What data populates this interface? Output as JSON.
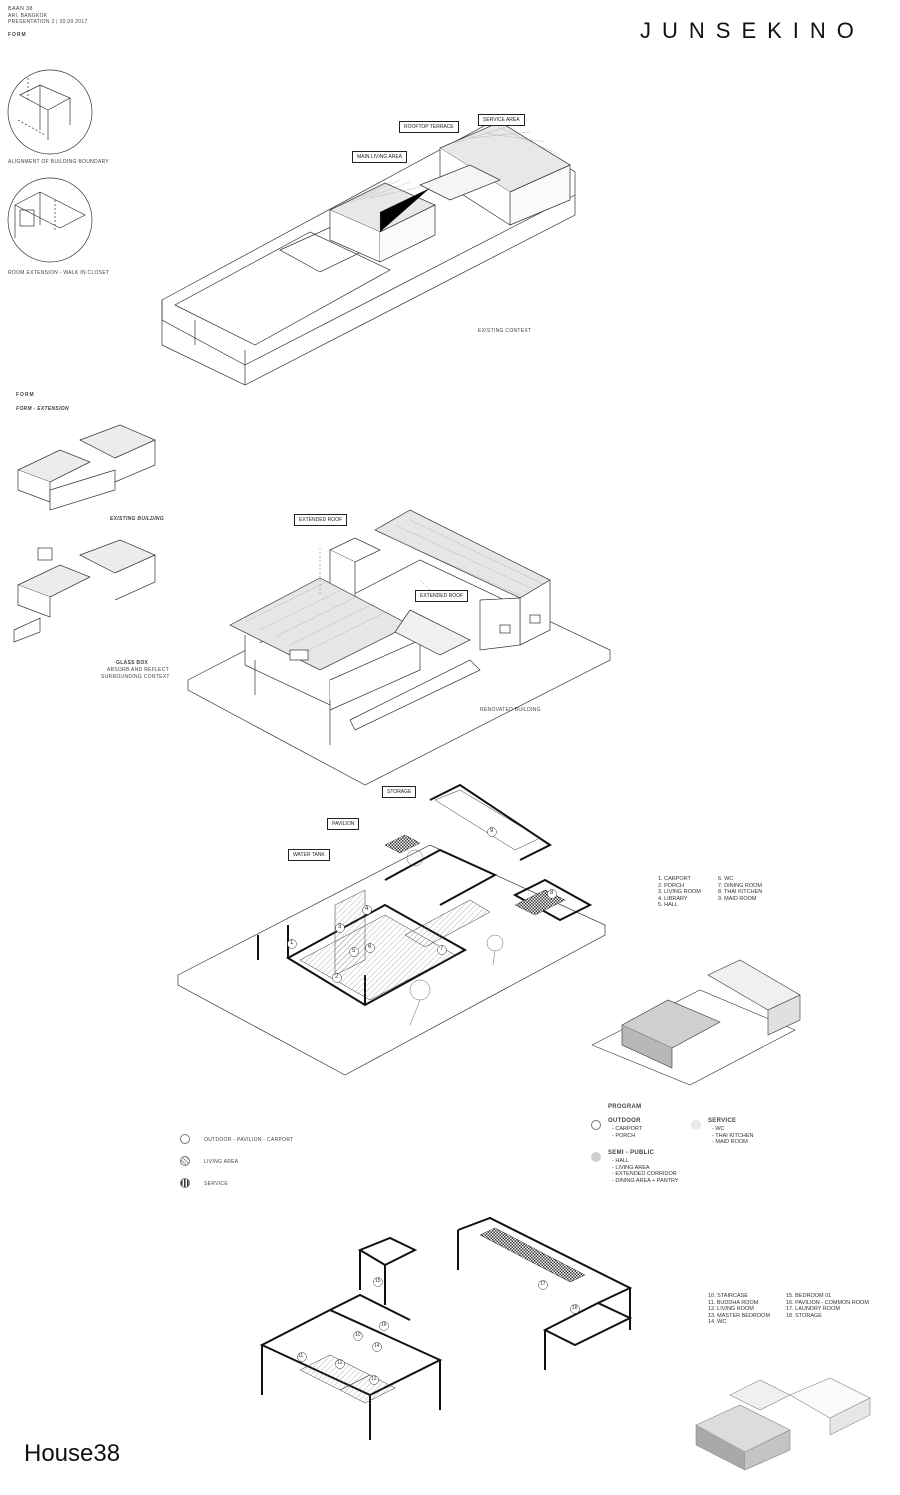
{
  "header": {
    "project": "BAAN 38",
    "location": "ARI, BANGKOK",
    "presentation": "PRESENTATION 2 | 30.09.2017",
    "section1": "FORM",
    "brand": "JUNSEKINO"
  },
  "diagram1": {
    "circle1_caption": "ALIGNMENT OF BUILDING BOUNDARY",
    "circle2_caption": "ROOM EXTENSION - WALK IN CLOSET",
    "tags": {
      "main_living": "MAIN LIVING AREA",
      "rooftop": "ROOFTOP TERRACE",
      "service": "SERVICE AREA"
    },
    "caption": "EXISTING CONTEXT"
  },
  "diagram2": {
    "section": "FORM",
    "subsection": "FORM - EXTENSION",
    "existing_label": "EXISTING BUILDING",
    "glassbox_title": "GLASS BOX",
    "glassbox_line1": "ABSORB AND REFLECT",
    "glassbox_line2": "SURROUNDING CONTEXT",
    "tag_roof1": "EXTENDED ROOF",
    "tag_roof2": "EXTENDED ROOF",
    "caption": "RENOVATED BUILDING"
  },
  "diagram3": {
    "tags": {
      "storage": "STORAGE",
      "pavilion": "PAVILION",
      "water_tank": "WATER TANK"
    },
    "rooms_col1": [
      "1. CARPORT",
      "2. PORCH",
      "3. LIVING ROOM",
      "4. LIBRARY",
      "5. HALL"
    ],
    "rooms_col2": [
      "6. WC",
      "7. DINING ROOM",
      "8. THAI KITCHEN",
      "9. MAID ROOM"
    ],
    "legend": [
      {
        "label": "OUTDOOR - PAVILION - CARPORT",
        "fill": "#ffffff"
      },
      {
        "label": "LIVING AREA",
        "fill": "#e6e6e6"
      },
      {
        "label": "SERVICE",
        "fill": "#555555"
      }
    ],
    "program": {
      "title": "PROGRAM",
      "outdoor_title": "OUTDOOR",
      "outdoor_items": [
        "- CARPORT",
        "- PORCH"
      ],
      "semi_title": "SEMI - PUBLIC",
      "semi_items": [
        "- HALL",
        "- LIVING AREA",
        "- EXTENDED CORRIDOR",
        "- DINING AREA + PANTRY"
      ],
      "service_title": "SERVICE",
      "service_items": [
        "- WC",
        "- THAI KITCHEN",
        "- MAID ROOM"
      ]
    },
    "room_numbers": [
      "1",
      "2",
      "3",
      "4",
      "5",
      "6",
      "7",
      "8",
      "9"
    ]
  },
  "diagram4": {
    "rooms_col1": [
      "10. STAIRCASE",
      "11. BUDDHA ROOM",
      "12. LIVING ROOM",
      "13. MASTER BEDROOM",
      "14. WC"
    ],
    "rooms_col2": [
      "15. BEDROOM 01",
      "16. PAVILION - COMMON ROOM",
      "17. LAUNDRY ROOM",
      "18. STORAGE"
    ],
    "room_numbers": [
      "10",
      "11",
      "12",
      "13",
      "14",
      "15",
      "16",
      "17",
      "18"
    ]
  },
  "footer": {
    "title": "House38"
  }
}
